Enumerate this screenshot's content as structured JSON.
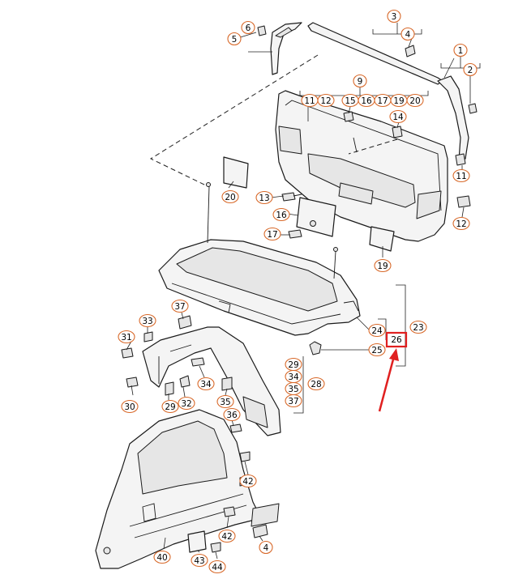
{
  "callouts": [
    {
      "id": "c1",
      "label": "1"
    },
    {
      "id": "c2",
      "label": "2"
    },
    {
      "id": "c3",
      "label": "3"
    },
    {
      "id": "c4",
      "label": "4"
    },
    {
      "id": "c5",
      "label": "5"
    },
    {
      "id": "c6",
      "label": "6"
    },
    {
      "id": "c9",
      "label": "9"
    },
    {
      "id": "c11a",
      "label": "11"
    },
    {
      "id": "c12a",
      "label": "12"
    },
    {
      "id": "c15a",
      "label": "15"
    },
    {
      "id": "c16a",
      "label": "16"
    },
    {
      "id": "c17a",
      "label": "17"
    },
    {
      "id": "c19a",
      "label": "19"
    },
    {
      "id": "c20a",
      "label": "20"
    },
    {
      "id": "c14",
      "label": "14"
    },
    {
      "id": "c11",
      "label": "11"
    },
    {
      "id": "c12",
      "label": "12"
    },
    {
      "id": "c20",
      "label": "20"
    },
    {
      "id": "c13",
      "label": "13"
    },
    {
      "id": "c16",
      "label": "16"
    },
    {
      "id": "c17",
      "label": "17"
    },
    {
      "id": "c19",
      "label": "19"
    },
    {
      "id": "c23",
      "label": "23"
    },
    {
      "id": "c24",
      "label": "24"
    },
    {
      "id": "c25",
      "label": "25"
    },
    {
      "id": "c26",
      "label": "26"
    },
    {
      "id": "c37a",
      "label": "37"
    },
    {
      "id": "c33",
      "label": "33"
    },
    {
      "id": "c31",
      "label": "31"
    },
    {
      "id": "c34",
      "label": "34"
    },
    {
      "id": "c30",
      "label": "30"
    },
    {
      "id": "c29",
      "label": "29"
    },
    {
      "id": "c32",
      "label": "32"
    },
    {
      "id": "c35",
      "label": "35"
    },
    {
      "id": "c36",
      "label": "36"
    },
    {
      "id": "c29b",
      "label": "29"
    },
    {
      "id": "c34b",
      "label": "34"
    },
    {
      "id": "c35b",
      "label": "35"
    },
    {
      "id": "c37b",
      "label": "37"
    },
    {
      "id": "c28",
      "label": "28"
    },
    {
      "id": "c42a",
      "label": "42"
    },
    {
      "id": "c42b",
      "label": "42"
    },
    {
      "id": "c40",
      "label": "40"
    },
    {
      "id": "c43",
      "label": "43"
    },
    {
      "id": "c44",
      "label": "44"
    },
    {
      "id": "c4b",
      "label": "4"
    }
  ],
  "highlight": {
    "label": "26",
    "color": "#e02020"
  },
  "colors": {
    "callout_border": "#d8692a",
    "highlight": "#e02020",
    "line": "#1a1a1a"
  }
}
